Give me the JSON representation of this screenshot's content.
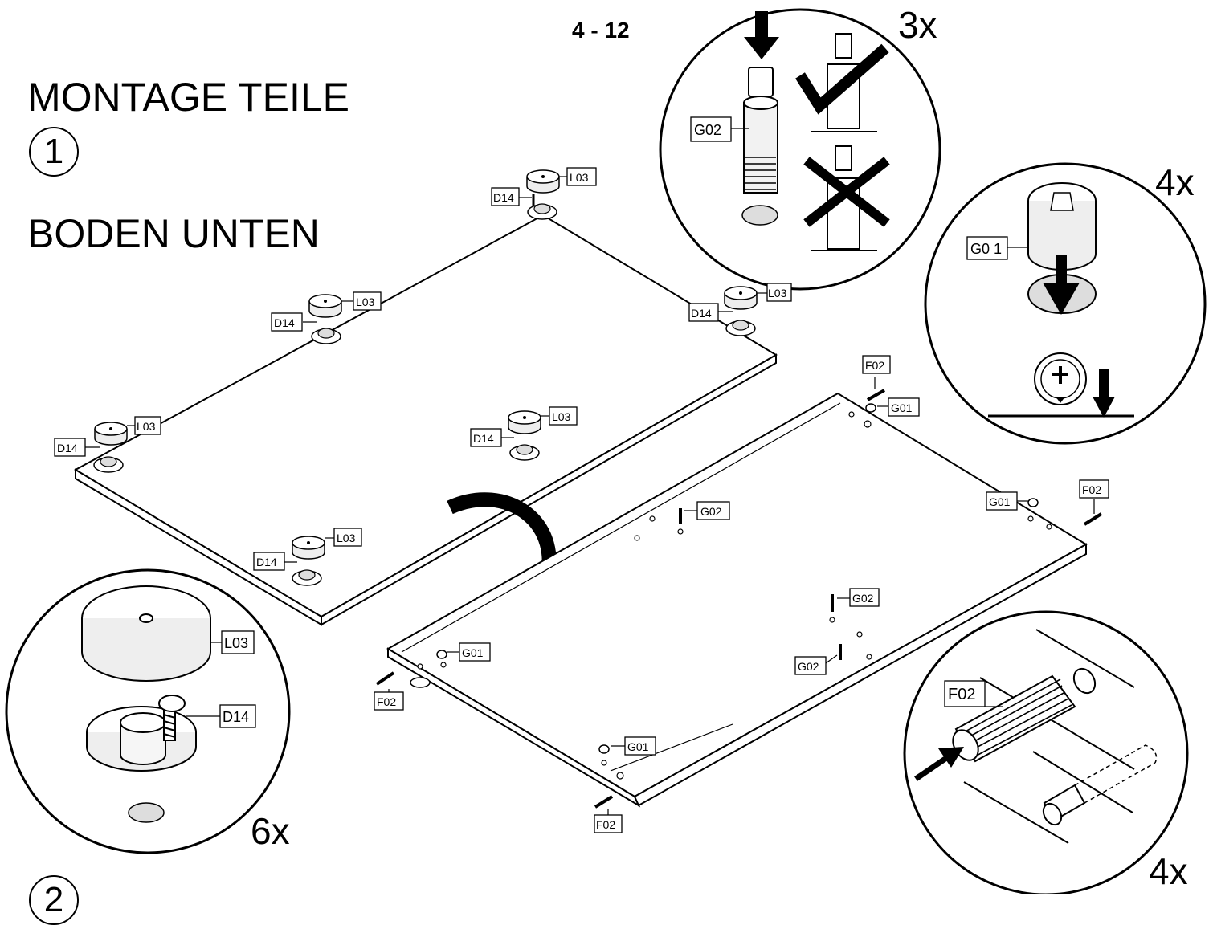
{
  "page": {
    "number": "4 - 12"
  },
  "heading": {
    "title": "MONTAGE TEILE",
    "subtitle": "BODEN UNTEN"
  },
  "steps": {
    "step1": "1",
    "step2": "2"
  },
  "quantities": {
    "g02": "3x",
    "g01": "4x",
    "l03": "6x",
    "f02": "4x"
  },
  "labels": {
    "l03": "L03",
    "d14": "D14",
    "g01": "G01",
    "g01_spaced": "G0 1",
    "g02": "G02",
    "f02": "F02"
  }
}
